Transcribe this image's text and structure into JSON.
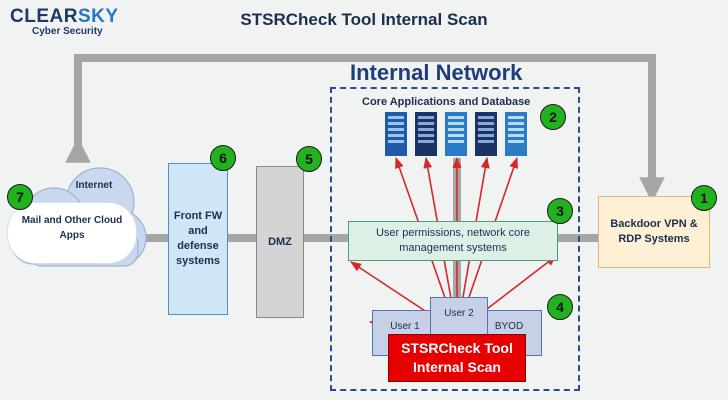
{
  "logo": {
    "brand_a": "CLEAR",
    "brand_b": "SKY",
    "sub": "Cyber Security"
  },
  "title": "STSRCheck Tool Internal Scan",
  "internal_network": {
    "title": "Internal Network",
    "core_title": "Core Applications and Database"
  },
  "boxes": {
    "fw": "Front FW and defense systems",
    "dmz": "DMZ",
    "permissions": "User permissions, network core management systems",
    "vpn": "Backdoor VPN & RDP Systems",
    "user1": "User 1",
    "user2": "User 2",
    "byod": "BYOD",
    "scan": "STSRCheck Tool Internal Scan"
  },
  "cloud": {
    "internet": "Internet",
    "label": "Mail and Other Cloud Apps"
  },
  "badges": [
    "1",
    "2",
    "3",
    "4",
    "5",
    "6",
    "7"
  ],
  "colors": {
    "fw": "#cfe6f7",
    "dmz": "#d4d4d4",
    "permissions": "#ddf0e6",
    "vpn": "#fdf0d4",
    "scan": "#e60000",
    "badge": "#22b21f",
    "arrow": "#d62828",
    "connector": "#a6a6a6"
  }
}
